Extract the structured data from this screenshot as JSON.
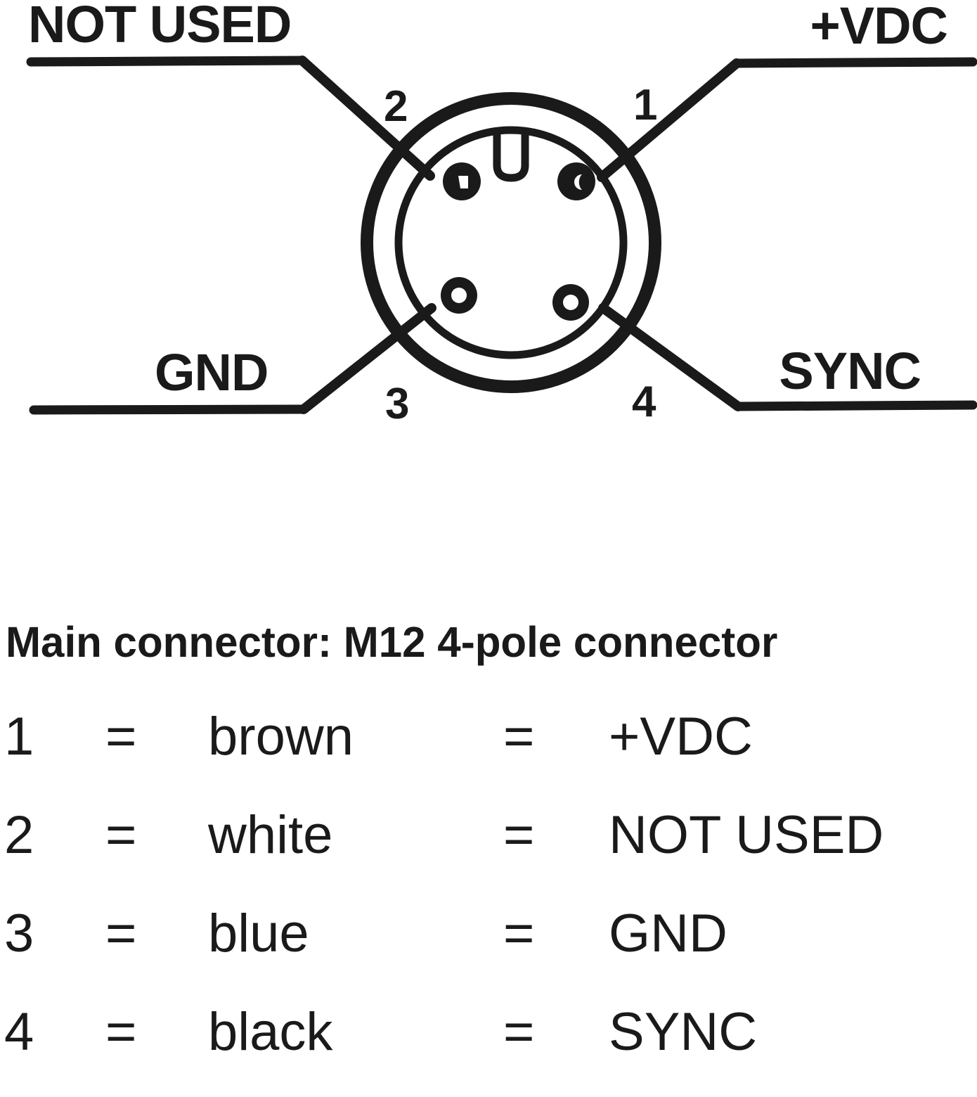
{
  "diagram": {
    "title": "m12-4-pole-connector-pinout",
    "stroke_color": "#1a1a1a",
    "background_color": "#ffffff",
    "callouts": [
      {
        "id": "not-used",
        "label": "NOT USED",
        "pin": "2",
        "position": "top-left"
      },
      {
        "id": "vdc",
        "label": "+VDC",
        "pin": "1",
        "position": "top-right"
      },
      {
        "id": "gnd",
        "label": "GND",
        "pin": "3",
        "position": "bottom-left"
      },
      {
        "id": "sync",
        "label": "SYNC",
        "pin": "4",
        "position": "bottom-right"
      }
    ],
    "pin_numbers": [
      "1",
      "2",
      "3",
      "4"
    ],
    "connector_type": "M12 4-pole"
  },
  "heading": {
    "text": "Main connector: M12 4-pole connector"
  },
  "legend": {
    "equals": "=",
    "rows": [
      {
        "pin": "1",
        "eq1": "=",
        "color": "brown",
        "eq2": "=",
        "signal": "+VDC"
      },
      {
        "pin": "2",
        "eq1": "=",
        "color": "white",
        "eq2": "=",
        "signal": "NOT USED"
      },
      {
        "pin": "3",
        "eq1": "=",
        "color": "blue",
        "eq2": "=",
        "signal": "GND"
      },
      {
        "pin": "4",
        "eq1": "=",
        "color": "black",
        "eq2": "=",
        "signal": "SYNC"
      }
    ]
  }
}
